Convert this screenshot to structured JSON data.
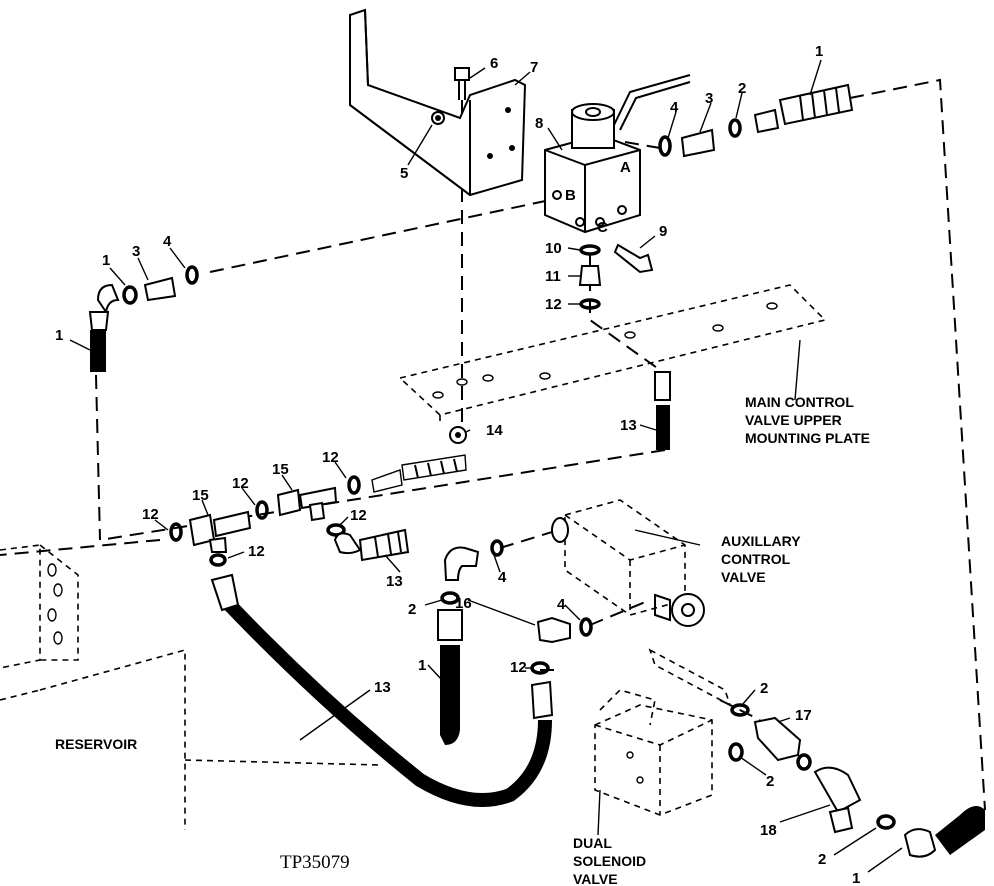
{
  "figure_id": "TP35079",
  "labels": {
    "main_control_valve_plate": [
      "MAIN CONTROL",
      "VALVE UPPER",
      "MOUNTING PLATE"
    ],
    "auxiliary_control_valve": [
      "AUXILLARY",
      "CONTROL",
      "VALVE"
    ],
    "reservoir": "RESERVOIR",
    "dual_solenoid_valve": [
      "DUAL",
      "SOLENOID",
      "VALVE"
    ]
  },
  "callouts": [
    {
      "id": "c1a",
      "text": "1"
    },
    {
      "id": "c2a",
      "text": "2"
    },
    {
      "id": "c3a",
      "text": "3"
    },
    {
      "id": "c4a",
      "text": "4"
    },
    {
      "id": "c5",
      "text": "5"
    },
    {
      "id": "c6",
      "text": "6"
    },
    {
      "id": "c7",
      "text": "7"
    },
    {
      "id": "c8",
      "text": "8"
    },
    {
      "id": "c9",
      "text": "9"
    },
    {
      "id": "c10",
      "text": "10"
    },
    {
      "id": "c11",
      "text": "11"
    },
    {
      "id": "c12a",
      "text": "12"
    },
    {
      "id": "c1b",
      "text": "1"
    },
    {
      "id": "c3b",
      "text": "3"
    },
    {
      "id": "c4b",
      "text": "4"
    },
    {
      "id": "c1c",
      "text": "1"
    },
    {
      "id": "c13a",
      "text": "13"
    },
    {
      "id": "c14",
      "text": "14"
    },
    {
      "id": "c12b",
      "text": "12"
    },
    {
      "id": "c15a",
      "text": "15"
    },
    {
      "id": "c12c",
      "text": "12"
    },
    {
      "id": "c12d",
      "text": "12"
    },
    {
      "id": "c15b",
      "text": "15"
    },
    {
      "id": "c12e",
      "text": "12"
    },
    {
      "id": "c12f",
      "text": "12"
    },
    {
      "id": "c13b",
      "text": "13"
    },
    {
      "id": "c4c",
      "text": "4"
    },
    {
      "id": "c2b",
      "text": "2"
    },
    {
      "id": "c16",
      "text": "16"
    },
    {
      "id": "c4d",
      "text": "4"
    },
    {
      "id": "c1d",
      "text": "1"
    },
    {
      "id": "c12g",
      "text": "12"
    },
    {
      "id": "c13c",
      "text": "13"
    },
    {
      "id": "c2c",
      "text": "2"
    },
    {
      "id": "c17",
      "text": "17"
    },
    {
      "id": "c2d",
      "text": "2"
    },
    {
      "id": "c18",
      "text": "18"
    },
    {
      "id": "c2e",
      "text": "2"
    },
    {
      "id": "c1e",
      "text": "1"
    }
  ],
  "port_letters": {
    "a": "A",
    "b": "B",
    "c": "C"
  }
}
